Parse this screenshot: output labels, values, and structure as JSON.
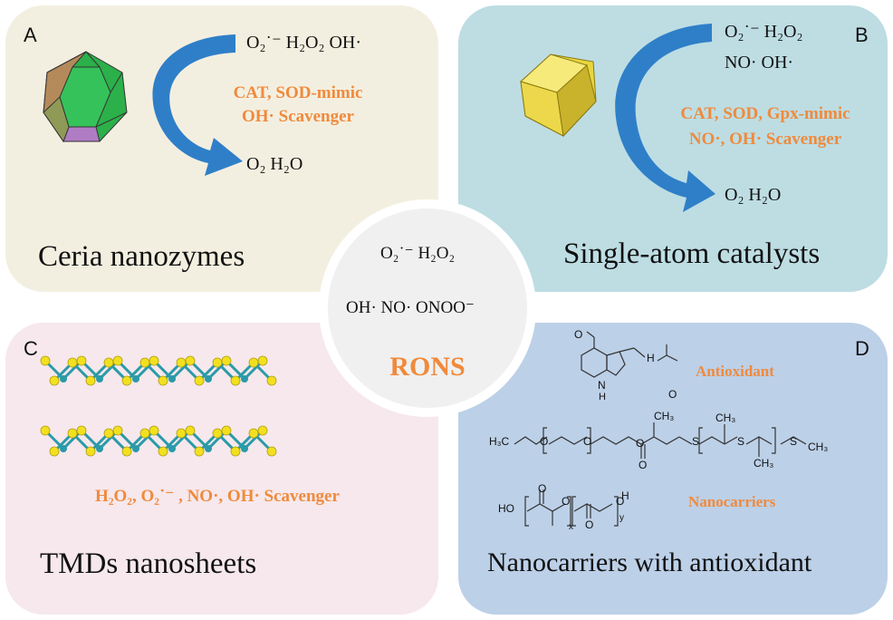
{
  "panels": {
    "a": {
      "letter": "A",
      "reactants": "O₂˙⁻  H₂O₂  OH·",
      "activity_line1": "CAT, SOD-mimic",
      "activity_line2": "OH· Scavenger",
      "products": "O₂  H₂O",
      "title": "Ceria nanozymes"
    },
    "b": {
      "letter": "B",
      "reactants_line1": "O₂˙⁻  H₂O₂",
      "reactants_line2": "NO·  OH·",
      "activity_line1": "CAT, SOD, Gpx-mimic",
      "activity_line2": "NO·, OH· Scavenger",
      "products": "O₂   H₂O",
      "title": "Single-atom catalysts"
    },
    "c": {
      "letter": "C",
      "activity": "H₂O₂, O₂˙⁻ , NO·, OH· Scavenger",
      "title": "TMDs nanosheets"
    },
    "d": {
      "letter": "D",
      "label_antioxidant": "Antioxidant",
      "label_nanocarriers": "Nanocarriers",
      "title": "Nanocarriers with antioxidant",
      "chem_labels": {
        "nh": "N",
        "h": "H",
        "o": "O",
        "ho": "HO",
        "h3c": "H₃C",
        "ch3": "CH₃",
        "s": "S",
        "x": "x",
        "y": "y",
        "h_end": "H"
      }
    }
  },
  "center": {
    "line1": "O₂˙⁻   H₂O₂",
    "line2": "OH·  NO·  ONOO⁻",
    "label": "RONS"
  },
  "colors": {
    "panel_a": "#f3efe0",
    "panel_b": "#bddde3",
    "panel_c": "#f6e8ec",
    "panel_d": "#bcd0e8",
    "orange_text": "#f08a3c",
    "arrow_blue": "#2f7fc8",
    "center_circle": "#f0f0f0"
  }
}
